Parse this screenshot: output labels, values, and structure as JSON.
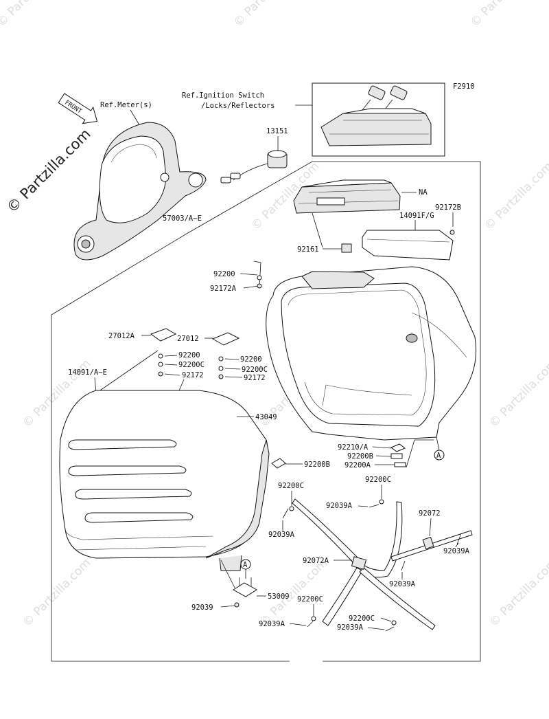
{
  "figure_code": "F2910",
  "watermarks": {
    "main": "© Partzilla.com",
    "tile": "© Partzilla.com"
  },
  "front_arrow": {
    "text": "FRONT"
  },
  "labels": {
    "ref_meters": "Ref.Meter(s)",
    "ref_ignition_line1": "Ref.Ignition Switch",
    "ref_ignition_line2": "/Locks/Reflectors",
    "p13151": "13151",
    "pNA": "NA",
    "p92172B": "92172B",
    "p14091FG": "14091F/G",
    "p57003AE": "57003/A~E",
    "p92161": "92161",
    "p92200_top": "92200",
    "p92172A": "92172A",
    "p27012A": "27012A",
    "p27012": "27012",
    "p92200_l": "92200",
    "p92200C_l": "92200C",
    "p92172_l": "92172",
    "p92200_r": "92200",
    "p92200C_r": "92200C",
    "p92172_r": "92172",
    "p14091AE": "14091/A~E",
    "p43049": "43049",
    "p92210A": "92210/A",
    "p92200B_a": "92200B",
    "p92200A": "92200A",
    "p92200B_b": "92200B",
    "p92200C_a": "92200C",
    "p92200C_b": "92200C",
    "p92039A_a": "92039A",
    "p92039A_b": "92039A",
    "p92072": "92072",
    "p92039A_c": "92039A",
    "p92072A": "92072A",
    "p92039A_d": "92039A",
    "p53009": "53009",
    "p92039": "92039",
    "p92200C_c": "92200C",
    "p92039A_e": "92039A",
    "p92200C_d": "92200C",
    "p92039A_f": "92039A",
    "callout_A": "A"
  }
}
